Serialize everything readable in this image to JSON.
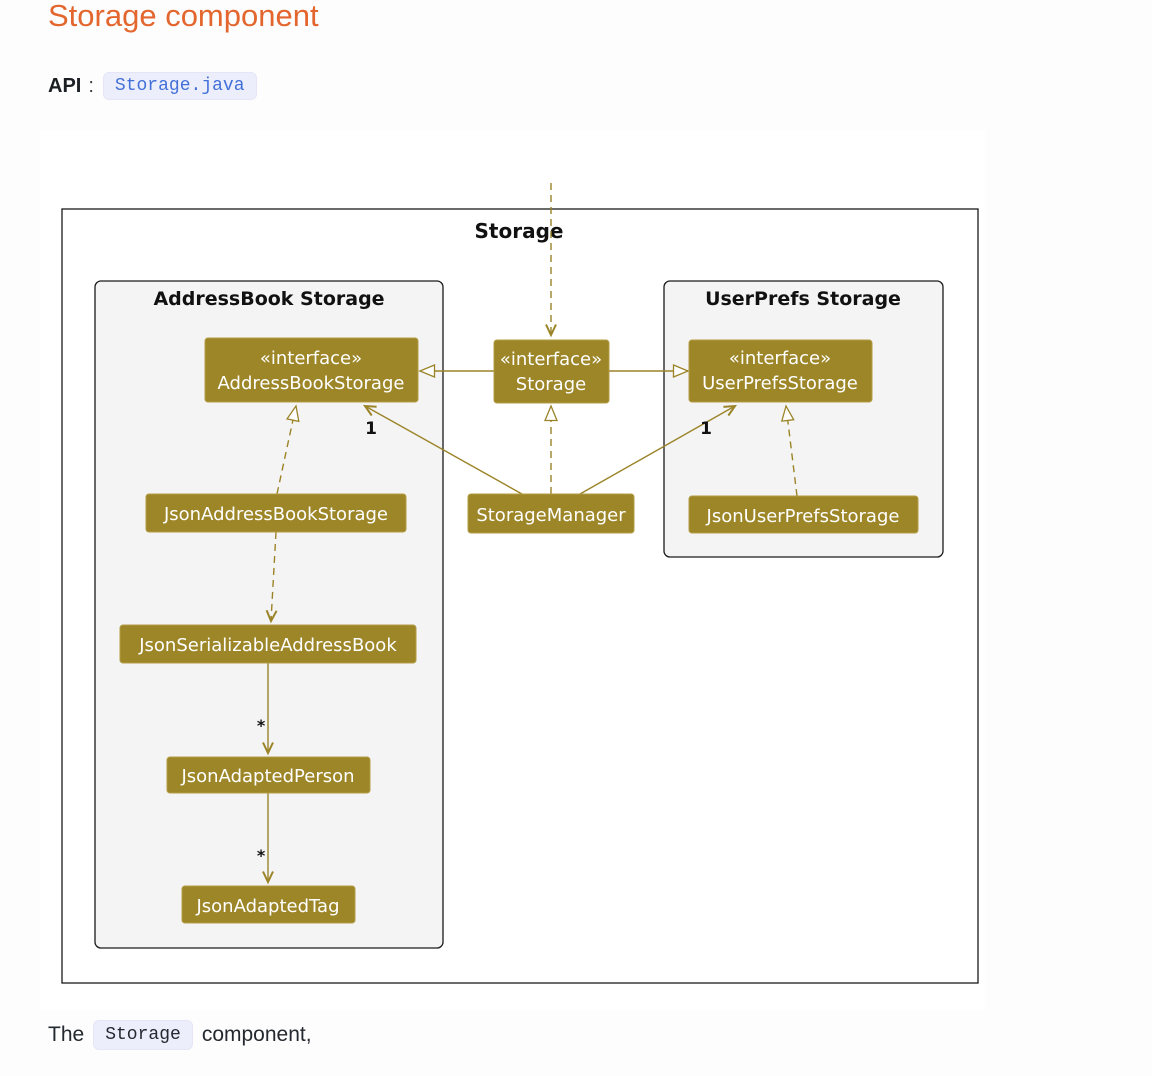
{
  "page": {
    "title": "Storage component",
    "api": {
      "label": "API",
      "colon": ":",
      "link": "Storage.java"
    },
    "footer": {
      "pre": "The",
      "code": "Storage",
      "post": "component,"
    }
  },
  "diagram": {
    "frame_title": "Storage",
    "package_addressbook": "AddressBook Storage",
    "package_userprefs": "UserPrefs Storage",
    "iface": "«interface»",
    "cls": {
      "storage": "Storage",
      "addressBookStorage": "AddressBookStorage",
      "userPrefsStorage": "UserPrefsStorage",
      "storageManager": "StorageManager",
      "jsonAddressBookStorage": "JsonAddressBookStorage",
      "jsonUserPrefsStorage": "JsonUserPrefsStorage",
      "jsonSerializableAddressBook": "JsonSerializableAddressBook",
      "jsonAdaptedPerson": "JsonAdaptedPerson",
      "jsonAdaptedTag": "JsonAdaptedTag"
    },
    "mult": {
      "one_left": "1",
      "one_right": "1",
      "star_person": "*",
      "star_tag": "*"
    },
    "colors": {
      "node_gold": "#9d8628",
      "edge_gold": "#9b8428",
      "package_bg": "#f4f4f4",
      "heading_orange": "#e3662e",
      "link_blue": "#4270d8",
      "chip_bg": "#eceefb"
    }
  }
}
